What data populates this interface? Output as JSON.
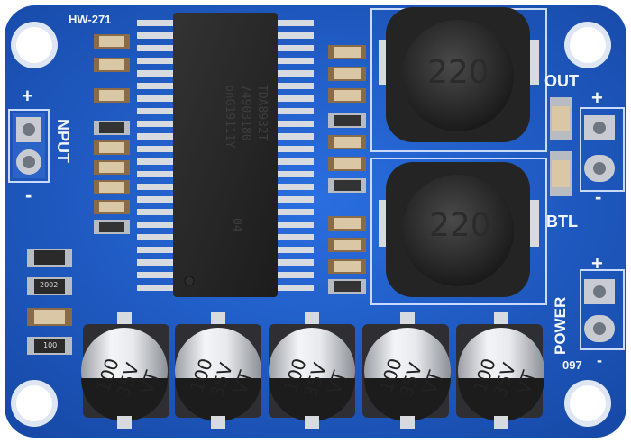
{
  "board": {
    "model": "HW-271",
    "ic": {
      "line1": "TDA8932T",
      "line2": "74903180",
      "line3": "bnG19111Y",
      "mark": "04"
    },
    "inductors": [
      "220",
      "220"
    ],
    "capacitors": [
      {
        "a": "100",
        "b": "35V",
        "c": "VT"
      },
      {
        "a": "100",
        "b": "35V",
        "c": "VT"
      },
      {
        "a": "100",
        "b": "35V",
        "c": "VT"
      },
      {
        "a": "100",
        "b": "35V",
        "c": "VT"
      },
      {
        "a": "100",
        "b": "35V",
        "c": "VT"
      }
    ],
    "labels": {
      "input": "NPUT",
      "out": "OUT",
      "btl": "BTL",
      "power": "POWER",
      "code": "097",
      "plus": "+",
      "minus": "-"
    },
    "resistor_codes": [
      "2002",
      "100"
    ],
    "colors": {
      "pcb": "#1f5fd1",
      "pcb_dark": "#174aa8",
      "pad": "#c8ccd2",
      "chip": "#262626"
    }
  }
}
